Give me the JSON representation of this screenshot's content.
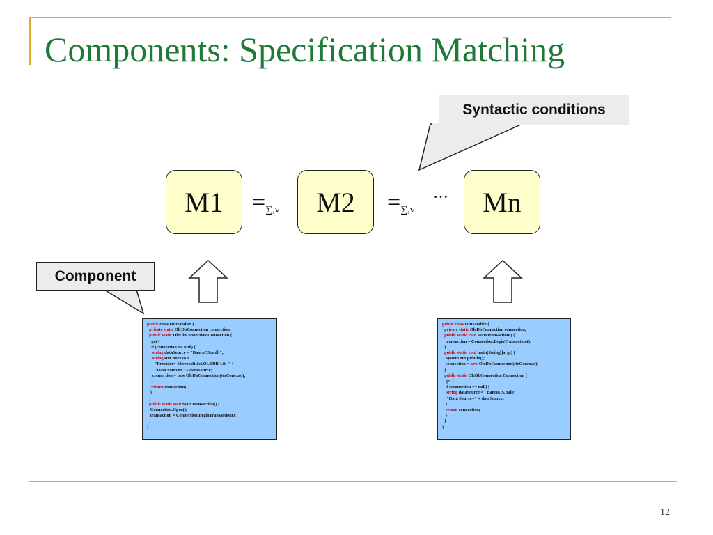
{
  "title": "Components: Specification Matching",
  "page_number": "12",
  "modules": [
    {
      "label": "M1"
    },
    {
      "label": "M2"
    },
    {
      "label": "Mn"
    }
  ],
  "equivalence": {
    "symbol": "=",
    "subscript": "∑,v"
  },
  "ellipsis": "···",
  "callouts": {
    "syntactic": "Syntactic conditions",
    "component": "Component"
  },
  "colors": {
    "title": "#1f7a3a",
    "rule": "#e0ac2c",
    "module_fill": "#ffffcc",
    "code_fill": "#99ccff",
    "keyword": "#cc0000"
  },
  "code_left": [
    [
      {
        "kw": "public"
      },
      {
        "t": " class DBHandler {"
      }
    ],
    [
      {
        "t": "  "
      },
      {
        "kw": "private static"
      },
      {
        "t": " OleDbConnection connection;"
      }
    ],
    [
      {
        "t": "  "
      },
      {
        "kw": "public static"
      },
      {
        "t": " OleDbConnection Connection {"
      }
    ],
    [
      {
        "t": "    get {"
      }
    ],
    [
      {
        "t": "    "
      },
      {
        "kw": "if"
      },
      {
        "t": " (connection == null) {"
      }
    ],
    [
      {
        "t": "     "
      },
      {
        "kw": "string"
      },
      {
        "t": " dataSource = \"BancoCS.mdb\";"
      }
    ],
    [
      {
        "t": "     "
      },
      {
        "kw": "string"
      },
      {
        "t": " strConexao ="
      }
    ],
    [
      {
        "t": "       \"Provider= Microsoft.Jet.OLEDB.4.0; \" +"
      }
    ],
    [
      {
        "t": "       \"Data Source=\" + dataSource;"
      }
    ],
    [
      {
        "t": "     connection = new OleDbConnection(strConexao);"
      }
    ],
    [
      {
        "t": "    }"
      }
    ],
    [
      {
        "t": "    "
      },
      {
        "kw": "return"
      },
      {
        "t": " connection;"
      }
    ],
    [
      {
        "t": "   }"
      }
    ],
    [
      {
        "t": "  }"
      }
    ],
    [
      {
        "t": "  "
      },
      {
        "kw": "public static void"
      },
      {
        "t": " StartTransaction() {"
      }
    ],
    [
      {
        "t": "   Connection.Open();"
      }
    ],
    [
      {
        "t": "   transaction = Connection.BeginTransaction();"
      }
    ],
    [
      {
        "t": "  }"
      }
    ],
    [
      {
        "t": "}"
      }
    ]
  ],
  "code_right": [
    [
      {
        "kw": "public class"
      },
      {
        "t": " DBHandler {"
      }
    ],
    [
      {
        "t": "  "
      },
      {
        "kw": "private static"
      },
      {
        "t": " OleDbConnection connection;"
      }
    ],
    [
      {
        "t": "  "
      },
      {
        "kw": "public static void"
      },
      {
        "t": " StartTransaction() {"
      }
    ],
    [
      {
        "t": "   transaction = Connection.BeginTransaction();"
      }
    ],
    [
      {
        "t": "  }"
      }
    ],
    [
      {
        "t": "  "
      },
      {
        "kw": "public static void"
      },
      {
        "t": " main(String[]args) {"
      }
    ],
    [
      {
        "t": "   System.out.println();"
      }
    ],
    [
      {
        "t": "   connection = "
      },
      {
        "kw": "new"
      },
      {
        "t": " OleDbConnection(strConexao);"
      }
    ],
    [
      {
        "t": "  }"
      }
    ],
    [
      {
        "t": "  "
      },
      {
        "kw": "public static"
      },
      {
        "t": " OleDbConnection Connection {"
      }
    ],
    [
      {
        "t": "   get {"
      }
    ],
    [
      {
        "t": "   "
      },
      {
        "kw": "if"
      },
      {
        "t": " (connection == null) {"
      }
    ],
    [
      {
        "t": "    "
      },
      {
        "kw": "string"
      },
      {
        "t": " dataSource = \"BancoCS.mdb\";"
      }
    ],
    [
      {
        "t": "    \"Data Source=\" + dataSource;"
      }
    ],
    [
      {
        "t": "   }"
      }
    ],
    [
      {
        "t": "   "
      },
      {
        "kw": "return"
      },
      {
        "t": " connection;"
      }
    ],
    [
      {
        "t": "   }"
      }
    ],
    [
      {
        "t": "  }"
      }
    ],
    [
      {
        "t": "}"
      }
    ]
  ]
}
